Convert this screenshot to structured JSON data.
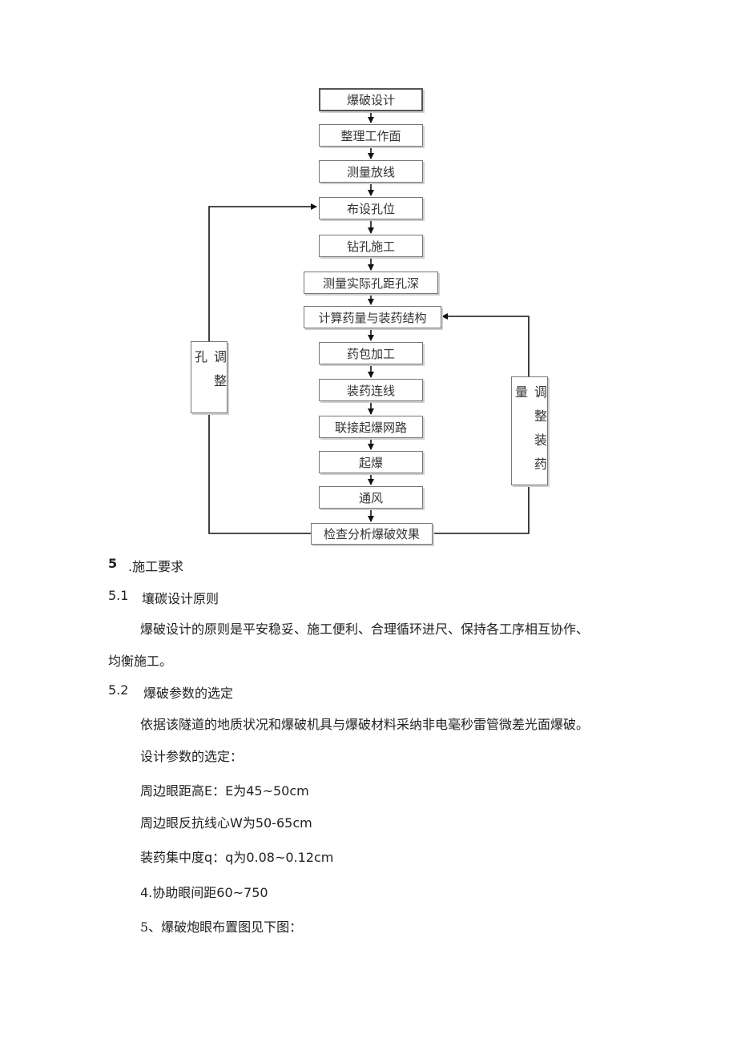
{
  "flowchart": {
    "steps": [
      "爆破设计",
      "整理工作面",
      "测量放线",
      "布设孔位",
      "钻孔施工",
      "测量实际孔距孔深",
      "计算药量与装药结构",
      "药包加工",
      "装药连线",
      "联接起爆网路",
      "起爆",
      "通风",
      "检查分析爆破效果"
    ],
    "left_loop_label": "调整孔",
    "right_loop_label": "调整装药量"
  },
  "section5": {
    "number": "5",
    "title": ".施工要求"
  },
  "section5_1": {
    "number": "5.1",
    "title": "壤碳设计原则"
  },
  "para1_line1": "爆破设计的原则是平安稳妥、施工便利、合理循环进尺、保持各工序相互协作、",
  "para1_line2": "均衡施工。",
  "section5_2": {
    "number": "5.2",
    "title": "爆破参数的选定"
  },
  "para2": "依据该隧道的地质状况和爆破机具与爆破材料采纳非电毫秒雷管微差光面爆破。",
  "params_intro": "设计参数的选定：",
  "param_E": "周边眼距高E：E为45~50cm",
  "param_W": "周边眼反抗线心W为50-65cm",
  "param_q": "装药集中度q：q为0.08~0.12cm",
  "param_4": "4.协助眼间距60~750",
  "param_5": "5、爆破炮眼布置图见下图："
}
